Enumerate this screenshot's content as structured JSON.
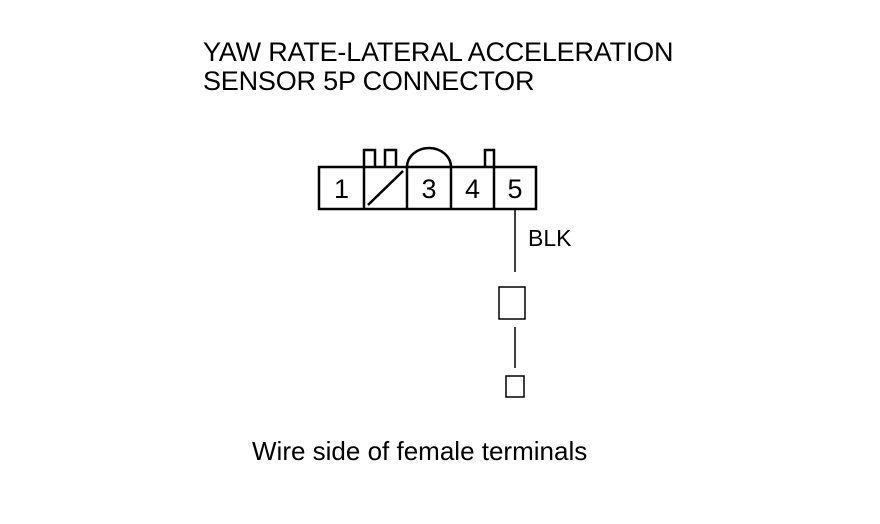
{
  "title": {
    "line1": "YAW RATE-LATERAL ACCELERATION",
    "line2": "SENSOR 5P CONNECTOR"
  },
  "connector": {
    "pins": [
      "1",
      "",
      "3",
      "4",
      "5"
    ],
    "blank_pin_index": 2
  },
  "wire": {
    "color_label": "BLK"
  },
  "caption": "Wire side of female terminals",
  "colors": {
    "line": "#000000",
    "background": "#ffffff"
  }
}
